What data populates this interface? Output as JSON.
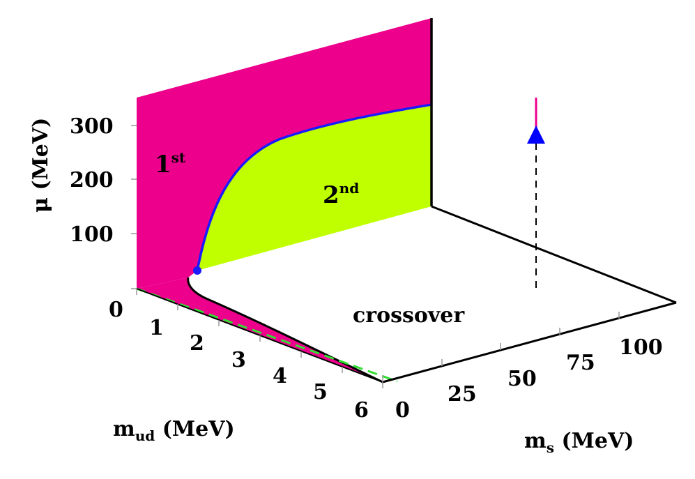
{
  "chart_data": {
    "type": "phase-diagram-3d",
    "axes": {
      "mu": {
        "label": "μ (MeV)",
        "ticks": [
          "100",
          "200",
          "300"
        ]
      },
      "mud": {
        "label_main": "m",
        "label_sub": "ud",
        "label_unit": " (MeV)",
        "ticks": [
          "0",
          "1",
          "2",
          "3",
          "4",
          "5",
          "6"
        ]
      },
      "ms": {
        "label_main": "m",
        "label_sub": "s",
        "label_unit": " (MeV)",
        "ticks": [
          "0",
          "25",
          "50",
          "75",
          "100"
        ]
      }
    },
    "regions": {
      "first": {
        "main": "1",
        "sup": "st"
      },
      "second": {
        "main": "2",
        "sup": "nd"
      },
      "crossover": "crossover"
    },
    "colors": {
      "first_order": "#ec008c",
      "second_order": "#bfff00",
      "critical_line": "#1a1aff",
      "dashed_line": "#33dd33",
      "arrow": "#0000ff"
    }
  }
}
